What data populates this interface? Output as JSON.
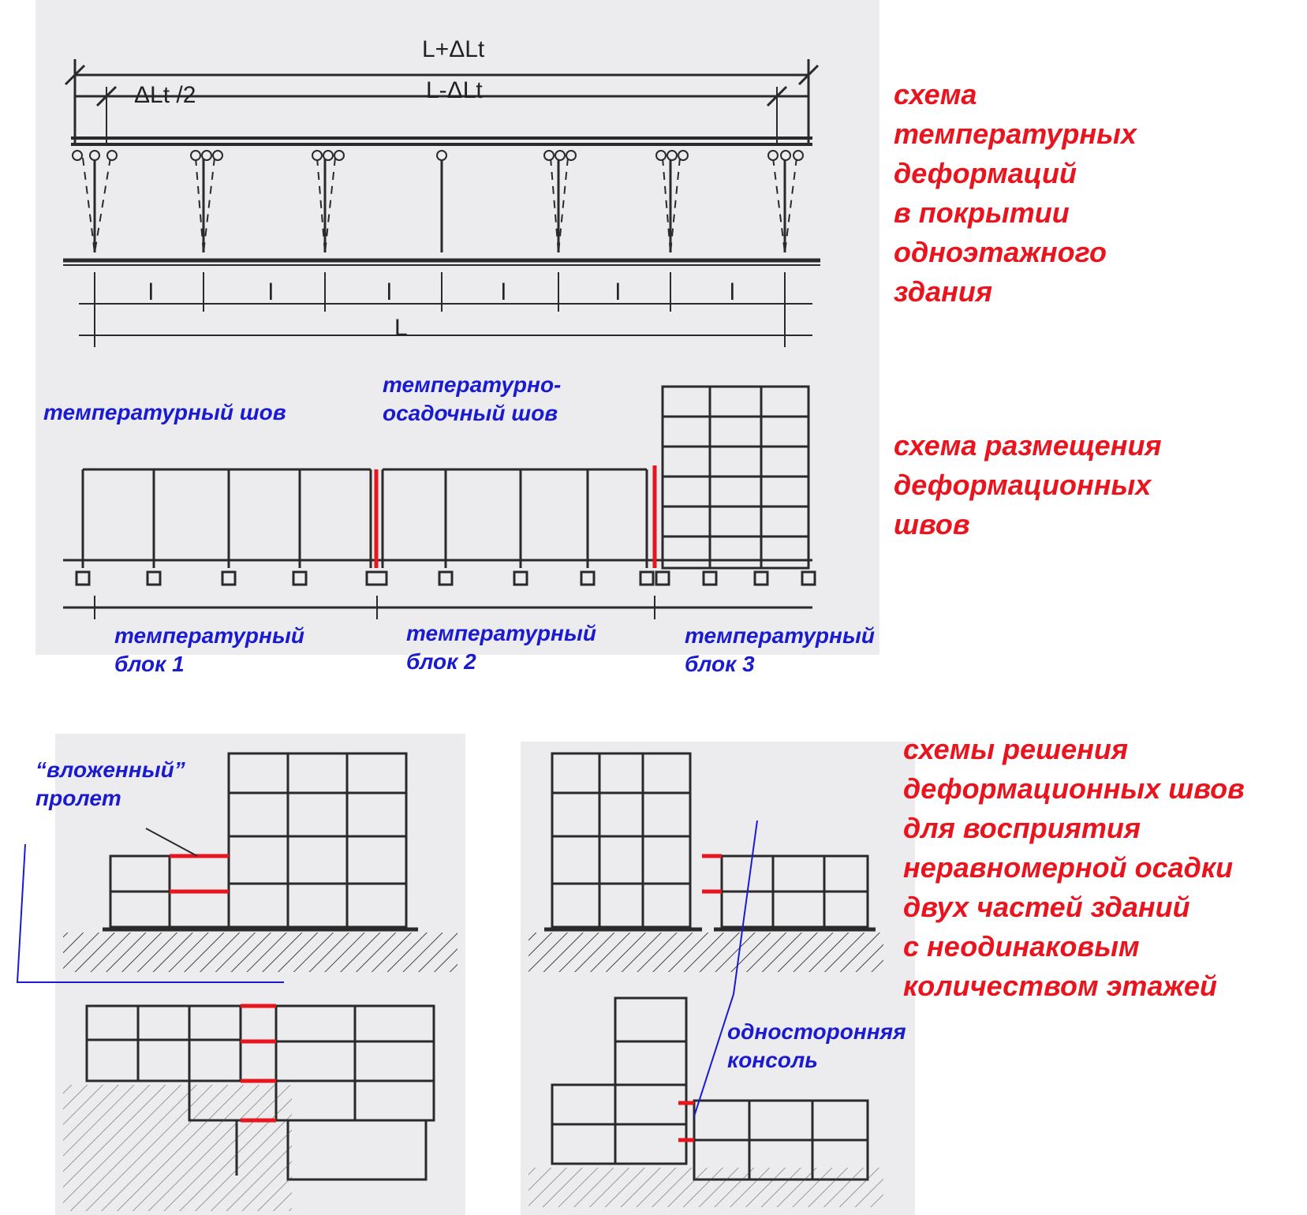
{
  "top_diagram": {
    "dim_total_plus": "L+ΔLt",
    "dim_total_minus": "L-ΔLt",
    "dim_half": "ΔLt /2",
    "dim_span": "l",
    "dim_total": "L"
  },
  "captions": {
    "thermal_scheme": [
      "схема",
      "температурных",
      "деформаций",
      "в покрытии",
      "одноэтажного",
      "здания"
    ],
    "joints_scheme": [
      "схема размещения",
      "деформационных",
      "швов"
    ],
    "settlement_scheme": [
      "схемы решения",
      "деформационных швов",
      "для восприятия",
      "неравномерной осадки",
      "двух частей зданий",
      "с неодинаковым",
      "количеством этажей"
    ]
  },
  "labels": {
    "thermal_joint": "температурный шов",
    "thermo_settle_joint": [
      "температурно-",
      "осадочный шов"
    ],
    "block1": [
      "температурный",
      "блок 1"
    ],
    "block2": [
      "температурный",
      "блок 2"
    ],
    "block3": [
      "температурный",
      "блок 3"
    ],
    "nested_span": [
      "“вложенный”",
      "пролет"
    ],
    "one_side_console": [
      "односторонняя",
      "консоль"
    ]
  },
  "colors": {
    "caption_red": "#e8141e",
    "label_blue": "#1a1ad0",
    "joint_red": "#e8141e",
    "drawing": "#2a2a2a"
  }
}
